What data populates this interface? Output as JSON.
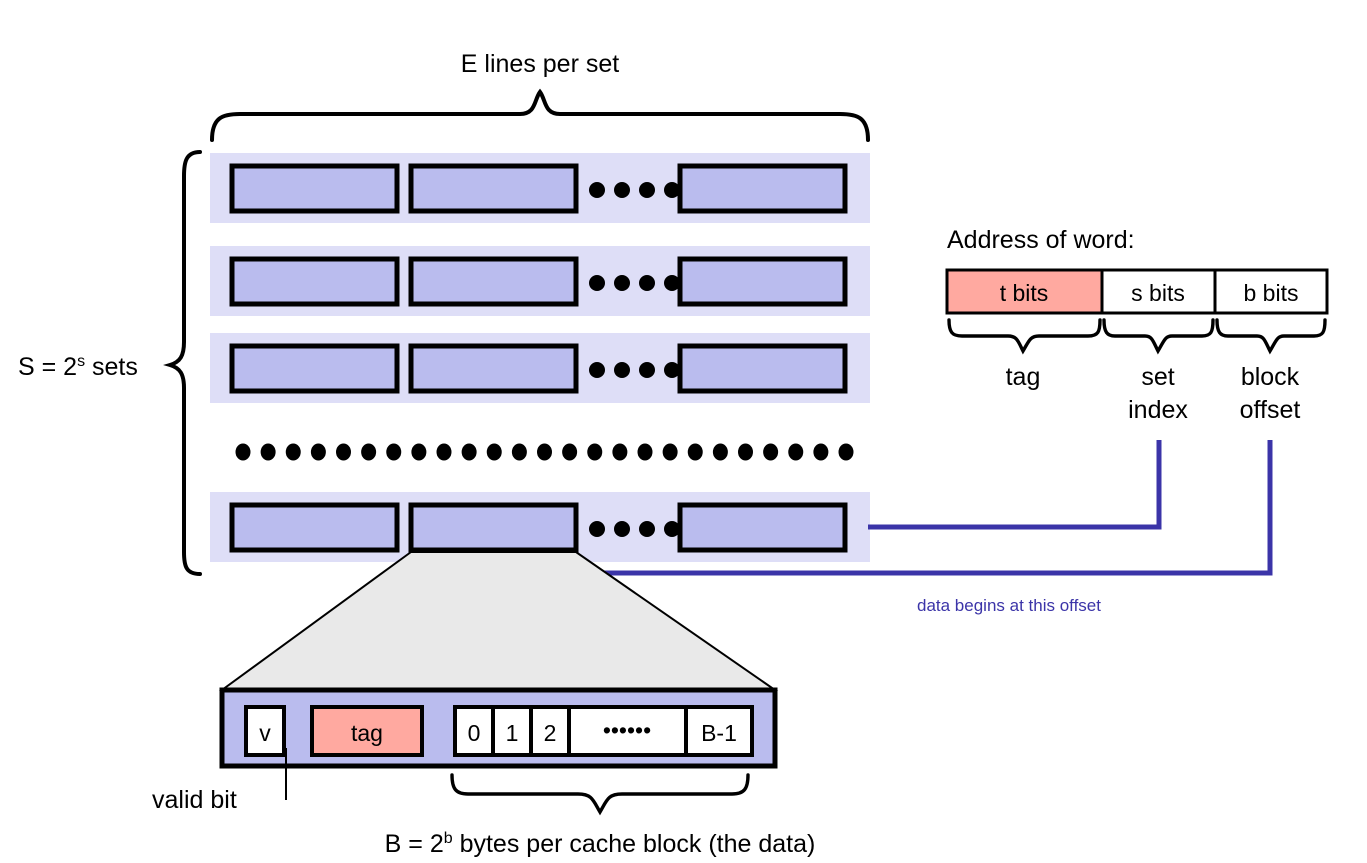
{
  "figure": {
    "title_top": "E lines per set",
    "label_sets": "S = 2",
    "label_sets_sup": "s",
    "label_sets_tail": " sets",
    "address_heading": "Address of word:",
    "annotation_offset": "data begins at this offset",
    "valid_bit_label": "valid bit",
    "block_caption_head": "B = 2",
    "block_caption_sup": "b",
    "block_caption_tail": " bytes per cache block (the data)"
  },
  "address": {
    "fields": [
      {
        "label": "t bits",
        "brace_label": "tag",
        "brace_label2": "",
        "color": "#ffa9a0"
      },
      {
        "label": "s bits",
        "brace_label": "set",
        "brace_label2": "index",
        "color": "#ffffff"
      },
      {
        "label": "b bits",
        "brace_label": "block",
        "brace_label2": "offset",
        "color": "#ffffff"
      }
    ]
  },
  "cache": {
    "set_rows": 4,
    "lines_per_row": 3,
    "ellipsis_dots_in_row": 4,
    "vertical_ellipsis_dots": 25
  },
  "cache_line": {
    "valid_cell": "v",
    "tag_cell": "tag",
    "byte_cells": [
      "0",
      "1",
      "2",
      "••••••",
      "B-1"
    ],
    "highlighted_byte": "2"
  },
  "colors": {
    "block_fill": "#babcee",
    "set_band": "#dedef7",
    "tag_pink": "#ffa9a0",
    "connector_blue": "#3b34a8",
    "zoom_fan": "#e9e9e9",
    "outline": "#000000"
  }
}
